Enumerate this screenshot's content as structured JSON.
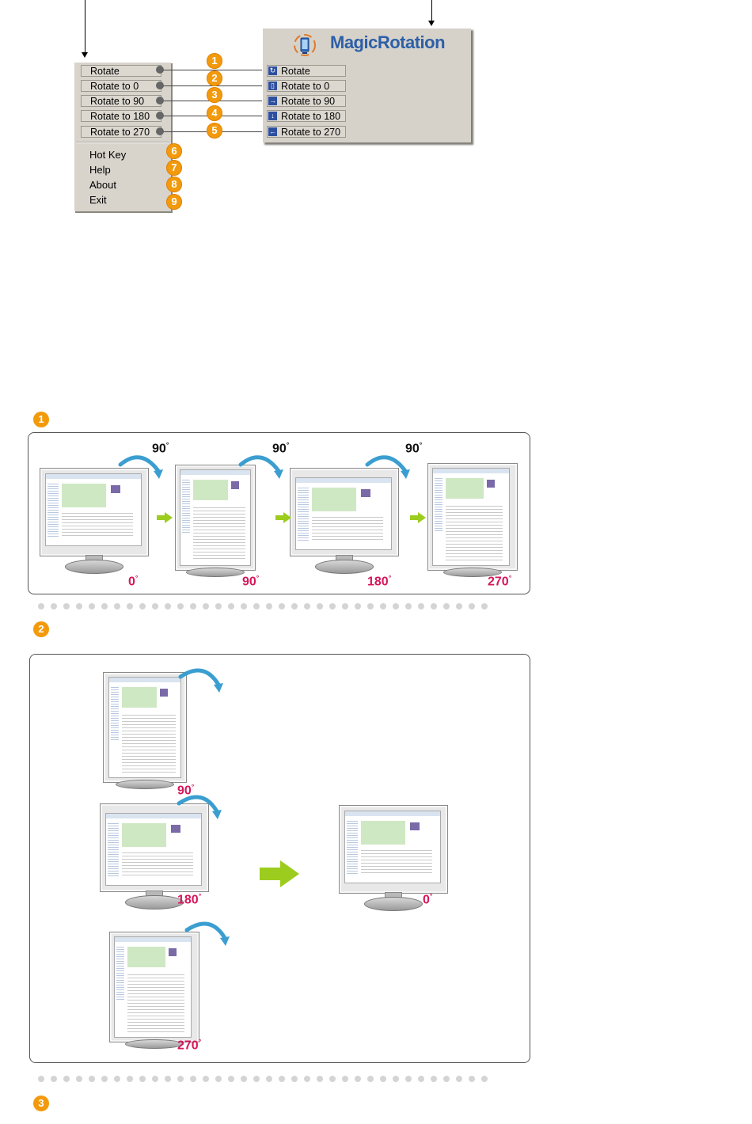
{
  "left_menu": {
    "rotate_items": [
      "Rotate",
      "Rotate to 0",
      "Rotate to 90",
      "Rotate to 180",
      "Rotate to 270"
    ],
    "other_items": [
      "Hot Key",
      "Help",
      "About",
      "Exit"
    ]
  },
  "magic_rotation": {
    "title": "MagicRotation",
    "items": [
      "Rotate",
      "Rotate to 0",
      "Rotate to 90",
      "Rotate to 180",
      "Rotate to 270"
    ],
    "icons": [
      "rotate-cycle-icon",
      "portrait-icon",
      "rotate-right-icon",
      "rotate-down-icon",
      "rotate-left-icon"
    ]
  },
  "callouts": [
    "1",
    "2",
    "3",
    "4",
    "5",
    "6",
    "7",
    "8",
    "9"
  ],
  "section1": {
    "marker": "1",
    "steps": [
      "90",
      "90",
      "90"
    ],
    "angles": [
      "0",
      "90",
      "180",
      "270"
    ],
    "degree_symbol": "°"
  },
  "section2": {
    "marker": "2",
    "source_angles": [
      "90",
      "180",
      "270"
    ],
    "target_angle": "0",
    "degree_symbol": "°"
  },
  "section3": {
    "marker": "3"
  },
  "colors": {
    "accent_orange": "#f39a0c",
    "angle_pink": "#d6175a",
    "arrow_green": "#9ccc1e",
    "title_blue": "#2c5fa8"
  }
}
